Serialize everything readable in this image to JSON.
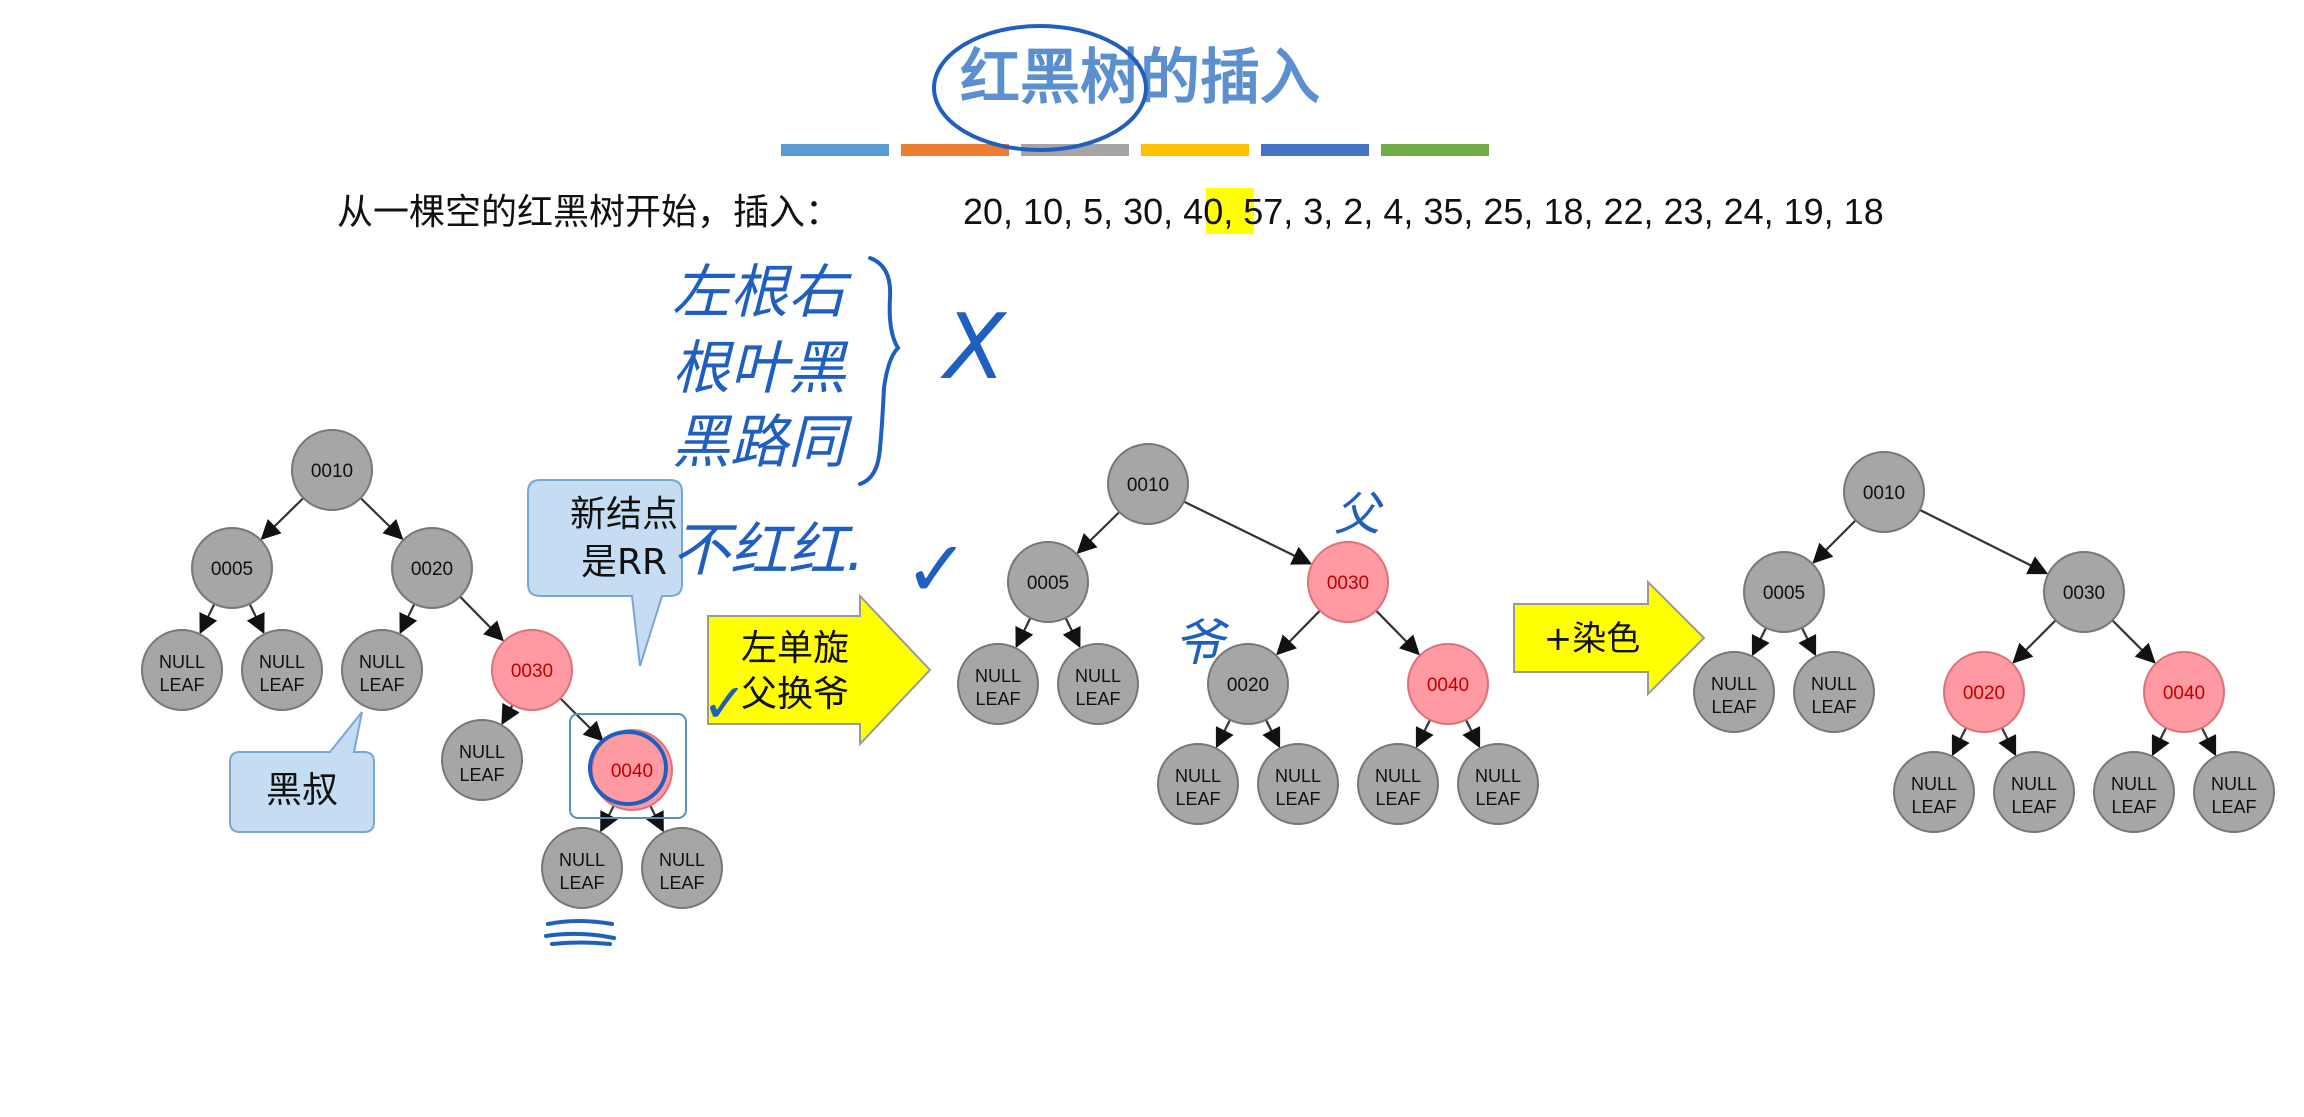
{
  "title": "红黑树的插入",
  "title_bar_colors": [
    "#5b9bd5",
    "#ed7d31",
    "#a5a5a5",
    "#ffc000",
    "#4472c4",
    "#70ad47"
  ],
  "sequence": {
    "prefix": "从一棵空的红黑树开始，插入：",
    "before": "20, 10, 5, 30, ",
    "highlight": "40",
    "after": ", 57, 3, 2, 4, 35, 25, 18, 22, 23, 24, 19, 18"
  },
  "colors": {
    "black_node": "#a6a6a6",
    "red_node": "#ff9aa2",
    "red_text": "#c00000",
    "callout": "#c5dcf2",
    "arrow": "#ffff00",
    "ink": "#1f5fbf"
  },
  "null_leaf": [
    "NULL",
    "LEAF"
  ],
  "trees": [
    {
      "nodes": [
        {
          "key": "n10",
          "label": "0010",
          "color": "black"
        },
        {
          "key": "n5",
          "label": "0005",
          "color": "black"
        },
        {
          "key": "n20",
          "label": "0020",
          "color": "black"
        },
        {
          "key": "n30",
          "label": "0030",
          "color": "red"
        },
        {
          "key": "n40",
          "label": "0040",
          "color": "red"
        }
      ],
      "edges": [
        [
          "n10",
          "n5"
        ],
        [
          "n10",
          "n20"
        ],
        [
          "n5",
          "a1"
        ],
        [
          "n5",
          "a2"
        ],
        [
          "n20",
          "a3"
        ],
        [
          "n20",
          "n30"
        ],
        [
          "n30",
          "a4"
        ],
        [
          "n30",
          "n40"
        ],
        [
          "n40",
          "a5"
        ],
        [
          "n40",
          "a6"
        ]
      ]
    },
    {
      "nodes": [
        {
          "key": "m10",
          "label": "0010",
          "color": "black"
        },
        {
          "key": "m5",
          "label": "0005",
          "color": "black"
        },
        {
          "key": "m30",
          "label": "0030",
          "color": "red"
        },
        {
          "key": "m20",
          "label": "0020",
          "color": "black"
        },
        {
          "key": "m40",
          "label": "0040",
          "color": "red"
        }
      ],
      "edges": [
        [
          "m10",
          "m5"
        ],
        [
          "m10",
          "m30"
        ],
        [
          "m5",
          "b1"
        ],
        [
          "m5",
          "b2"
        ],
        [
          "m30",
          "m20"
        ],
        [
          "m30",
          "m40"
        ],
        [
          "m20",
          "b3"
        ],
        [
          "m20",
          "b4"
        ],
        [
          "m40",
          "b5"
        ],
        [
          "m40",
          "b6"
        ]
      ]
    },
    {
      "nodes": [
        {
          "key": "k10",
          "label": "0010",
          "color": "black"
        },
        {
          "key": "k5",
          "label": "0005",
          "color": "black"
        },
        {
          "key": "k30",
          "label": "0030",
          "color": "black"
        },
        {
          "key": "k20",
          "label": "0020",
          "color": "red"
        },
        {
          "key": "k40",
          "label": "0040",
          "color": "red"
        }
      ],
      "edges": [
        [
          "k10",
          "k5"
        ],
        [
          "k10",
          "k30"
        ],
        [
          "k5",
          "c1"
        ],
        [
          "k5",
          "c2"
        ],
        [
          "k30",
          "k20"
        ],
        [
          "k30",
          "k40"
        ],
        [
          "k20",
          "c3"
        ],
        [
          "k20",
          "c4"
        ],
        [
          "k40",
          "c5"
        ],
        [
          "k40",
          "c6"
        ]
      ]
    }
  ],
  "callouts": {
    "new_node": [
      "新结点",
      "是RR"
    ],
    "black_uncle": "黑叔"
  },
  "arrows": {
    "rotate": [
      "左单旋",
      "父换爷"
    ],
    "recolor": "+染色"
  },
  "handwriting": {
    "rules": [
      "左根右",
      "根叶黑",
      "黑路同",
      "不红红."
    ],
    "cross": "X",
    "check": "✓",
    "parent": "父",
    "grandpa": "爷"
  }
}
